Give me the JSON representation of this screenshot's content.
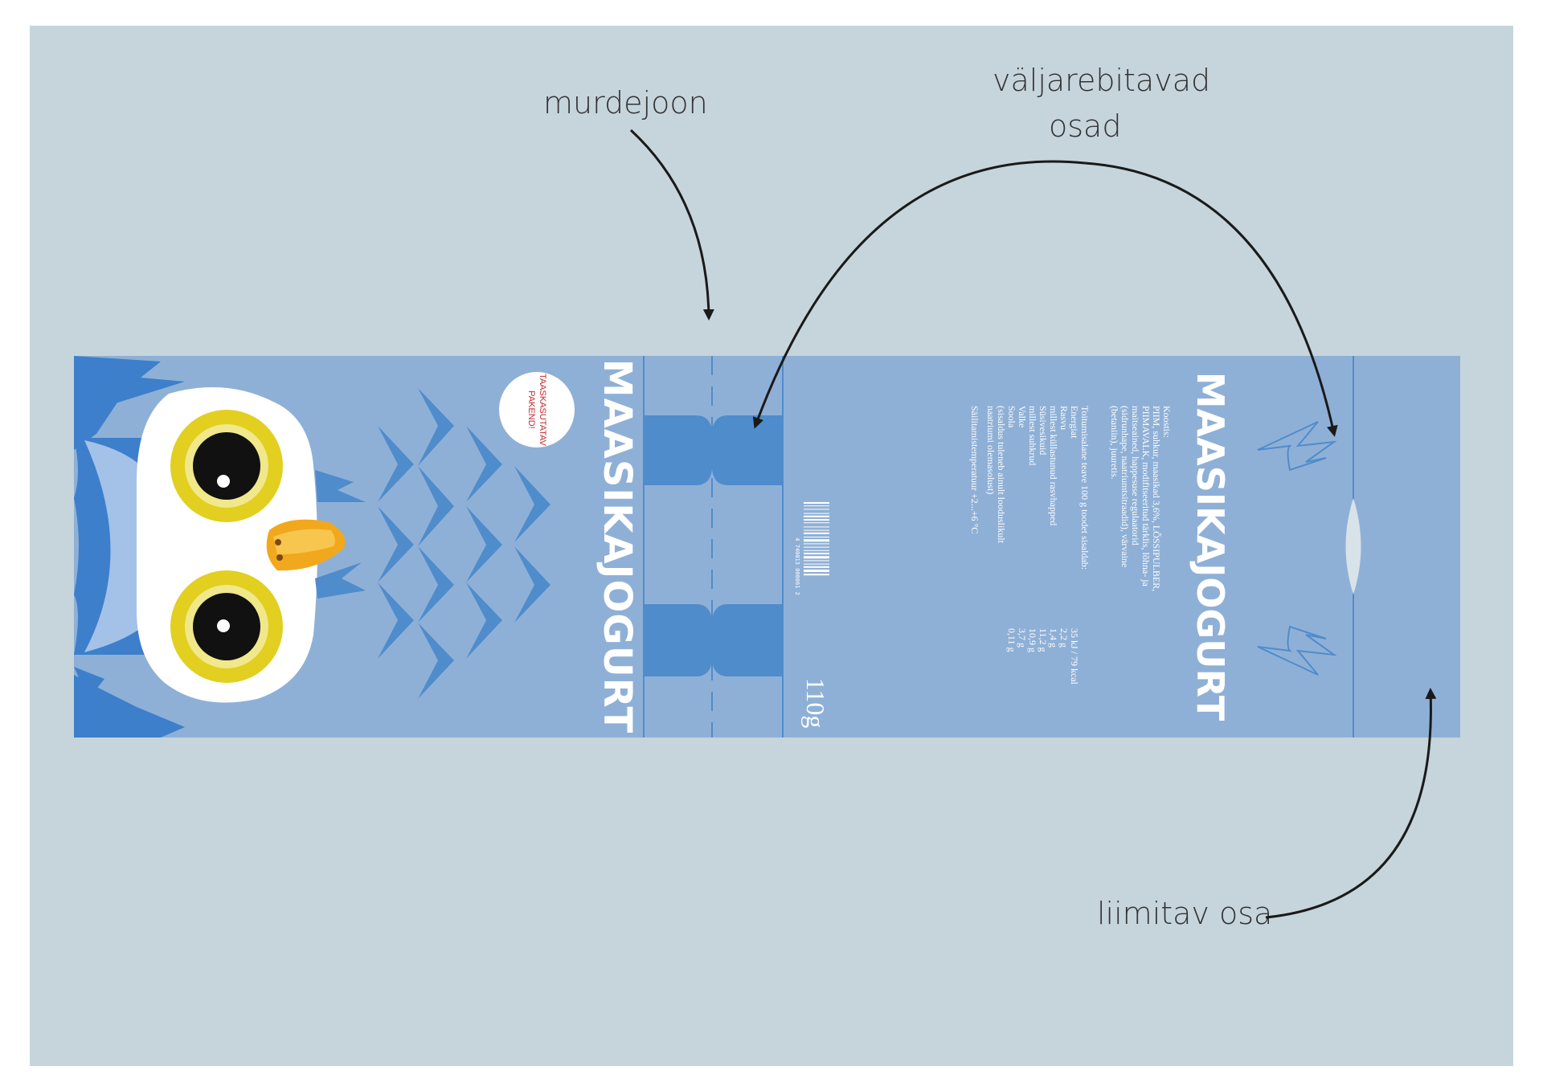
{
  "colors": {
    "background": "#c6d5dc",
    "panel": "#8fb0d6",
    "panel_dark": "#4f8ccc",
    "feather_blue": "#3d7fca",
    "eye_yellow": "#e2cf1f",
    "beak_orange": "#f2a81c",
    "badge_red": "#c0282d",
    "annotation_text": "#333333"
  },
  "annotations": {
    "fold_line": "murdejoon",
    "tear_off_line1": "väljarebitavad",
    "tear_off_line2": "osad",
    "glued_part": "liimitav osa"
  },
  "package": {
    "brand": "MAASIKAJOGURT",
    "brand_back": "MAASIKAJOGURT",
    "weight": "110g",
    "badge_line1": "TAASKASUTATAV",
    "badge_line2": "PAKEND!",
    "barcode_number": "4 740013 000061 2",
    "ingredients_heading": "Koostis:",
    "ingredients_lines": [
      "PIIM, suhkur, maasikad 3,6%, LÕSSIPULBER,",
      "PIIMAVALK, modifitseeritud tärklis, lõhna- ja",
      "maitseained, happesuse regulaatorid",
      "(sidrunhape, naatriumtsitraadid), värvaine",
      "(betaniin), juuretis."
    ],
    "nutrition_heading": "Toitumisalane teave 100 g toodet sisaldab:",
    "nutrition": [
      {
        "label": "Energiat",
        "value": "35 kJ / 79 kcal"
      },
      {
        "label": "Rasvu",
        "value": "2,2 g"
      },
      {
        "label": "millest küllastunud rasvhapped",
        "value": "1,4 g"
      },
      {
        "label": "Süsivesikuid",
        "value": "11,2 g"
      },
      {
        "label": "millest suhkrud",
        "value": "10,9 g"
      },
      {
        "label": "Valke",
        "value": "3,7 g"
      },
      {
        "label": "Soola",
        "value": "0,11 g"
      },
      {
        "label": "(sisaldus tuleneb ainult looduslikult",
        "value": ""
      },
      {
        "label": "naatriumi olemasolust)",
        "value": ""
      }
    ],
    "storage": "Säilitamistemperatuur  +2...+6 °C"
  }
}
